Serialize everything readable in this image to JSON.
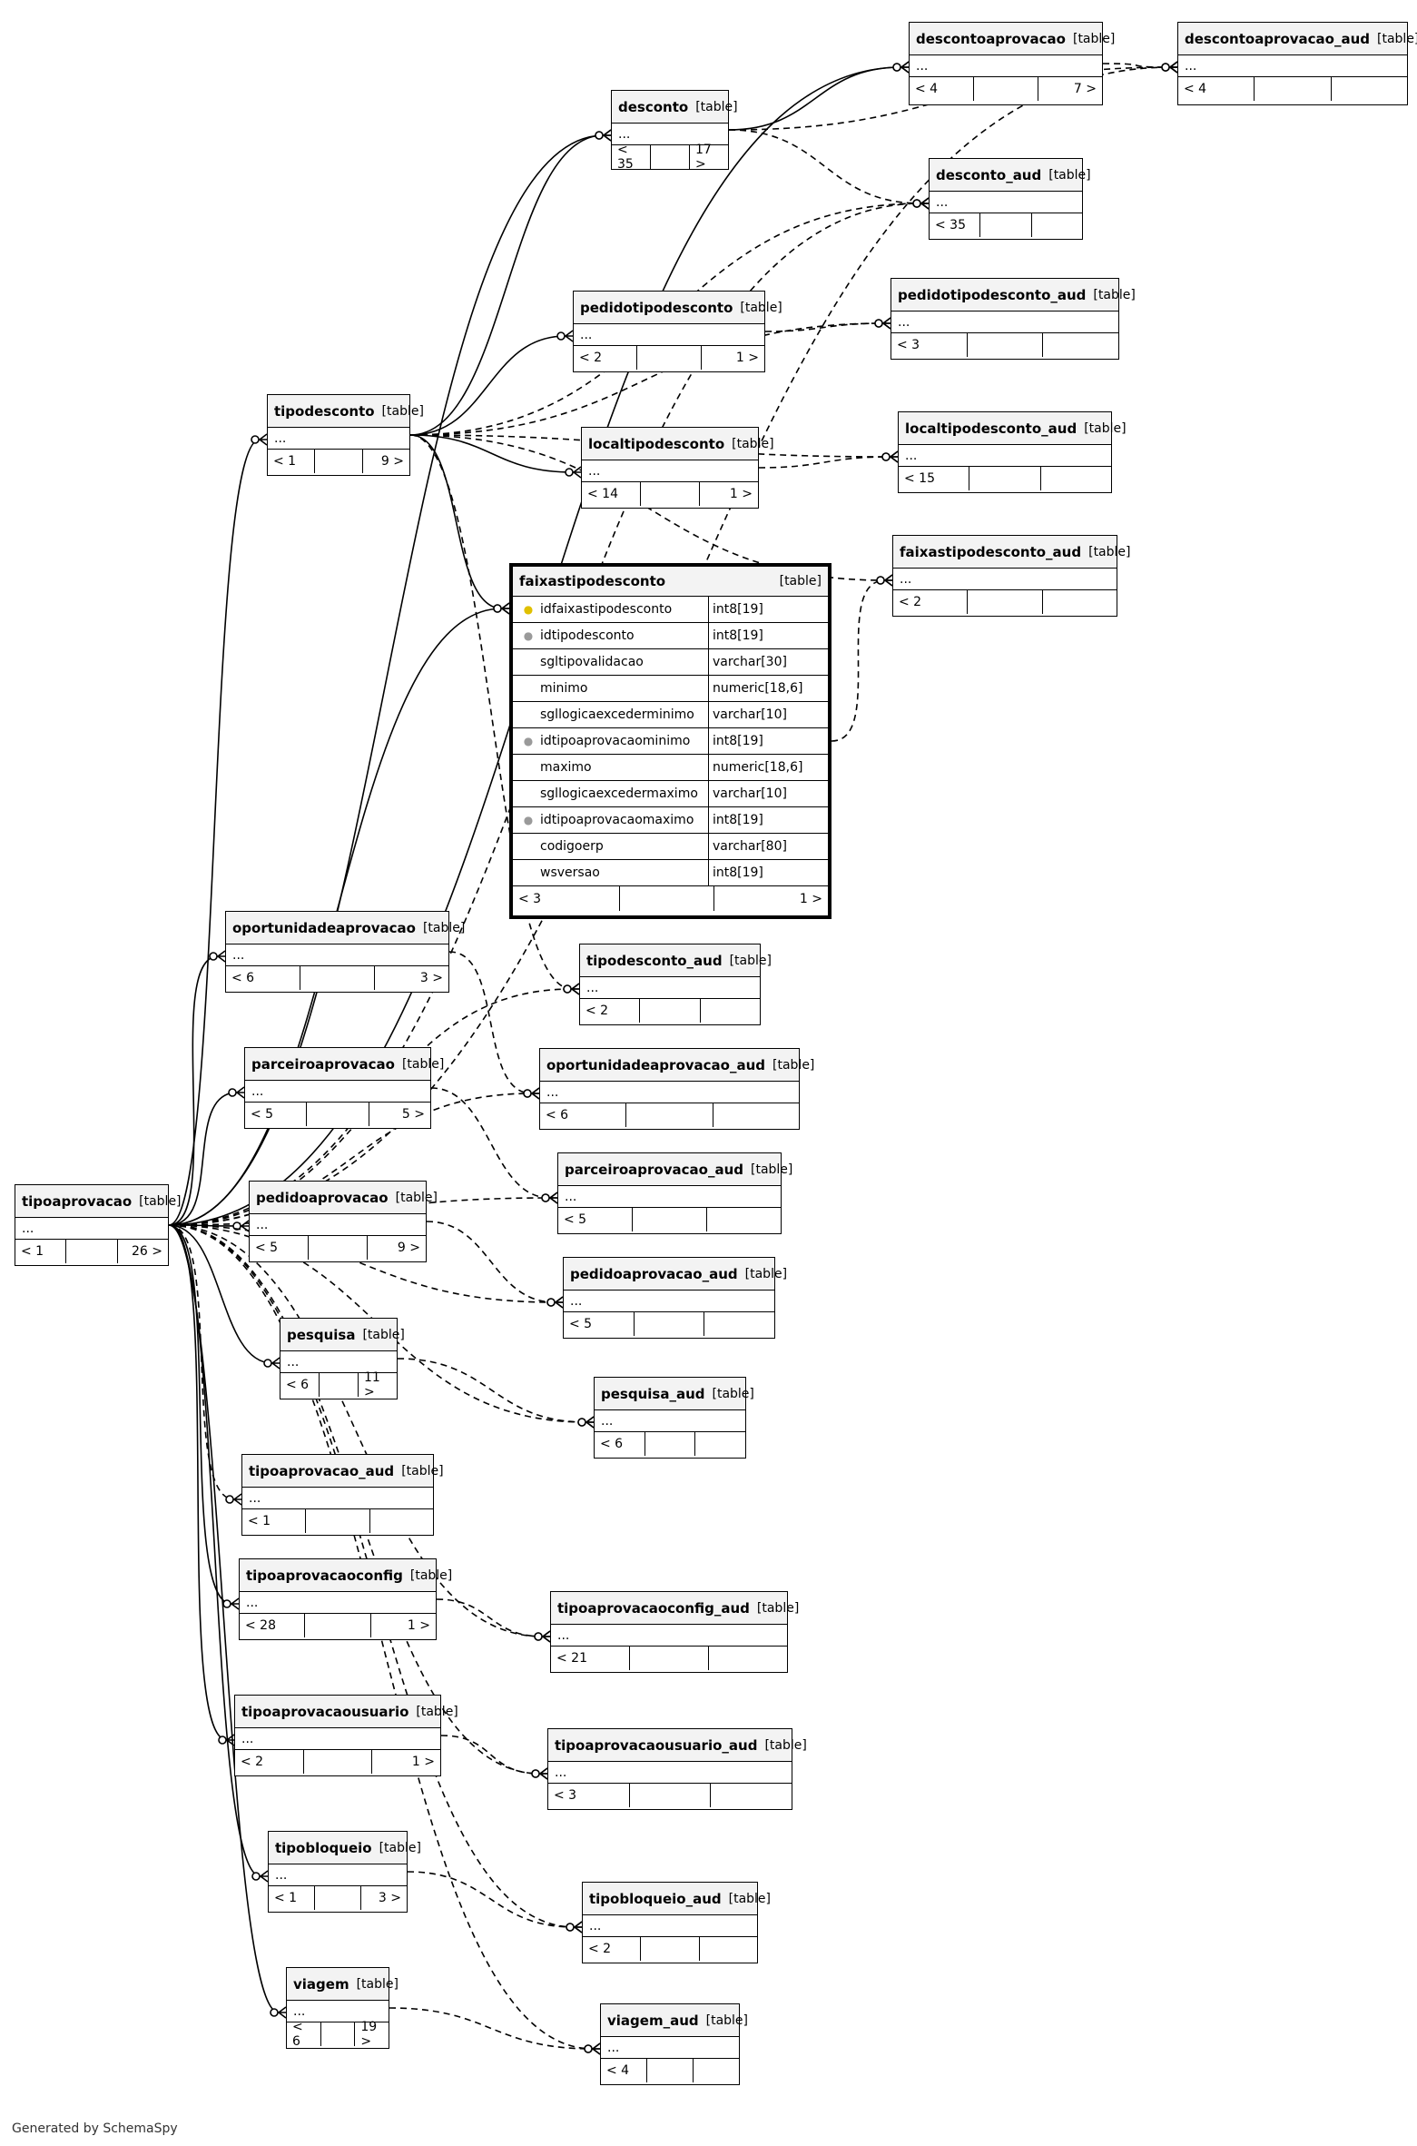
{
  "footer": "Generated by SchemaSpy",
  "table_kind_label": "[table]",
  "rows_placeholder": "...",
  "tables": {
    "descontoaprovacao": {
      "name": "descontoaprovacao",
      "parents": "< 4",
      "children": "7 >"
    },
    "descontoaprovacao_aud": {
      "name": "descontoaprovacao_aud",
      "parents": "< 4",
      "children": ""
    },
    "desconto": {
      "name": "desconto",
      "parents": "< 35",
      "children": "17 >"
    },
    "desconto_aud": {
      "name": "desconto_aud",
      "parents": "< 35",
      "children": ""
    },
    "pedidotipodesconto": {
      "name": "pedidotipodesconto",
      "parents": "< 2",
      "children": "1 >"
    },
    "pedidotipodesconto_aud": {
      "name": "pedidotipodesconto_aud",
      "parents": "< 3",
      "children": ""
    },
    "tipodesconto": {
      "name": "tipodesconto",
      "parents": "< 1",
      "children": "9 >"
    },
    "localtipodesconto": {
      "name": "localtipodesconto",
      "parents": "< 14",
      "children": "1 >"
    },
    "localtipodesconto_aud": {
      "name": "localtipodesconto_aud",
      "parents": "< 15",
      "children": ""
    },
    "faixastipodesconto_aud": {
      "name": "faixastipodesconto_aud",
      "parents": "< 2",
      "children": ""
    },
    "oportunidadeaprovacao": {
      "name": "oportunidadeaprovacao",
      "parents": "< 6",
      "children": "3 >"
    },
    "tipodesconto_aud": {
      "name": "tipodesconto_aud",
      "parents": "< 2",
      "children": ""
    },
    "oportunidadeaprovacao_aud": {
      "name": "oportunidadeaprovacao_aud",
      "parents": "< 6",
      "children": ""
    },
    "parceiroaprovacao": {
      "name": "parceiroaprovacao",
      "parents": "< 5",
      "children": "5 >"
    },
    "parceiroaprovacao_aud": {
      "name": "parceiroaprovacao_aud",
      "parents": "< 5",
      "children": ""
    },
    "tipoaprovacao": {
      "name": "tipoaprovacao",
      "parents": "< 1",
      "children": "26 >"
    },
    "pedidoaprovacao": {
      "name": "pedidoaprovacao",
      "parents": "< 5",
      "children": "9 >"
    },
    "pedidoaprovacao_aud": {
      "name": "pedidoaprovacao_aud",
      "parents": "< 5",
      "children": ""
    },
    "pesquisa": {
      "name": "pesquisa",
      "parents": "< 6",
      "children": "11 >"
    },
    "pesquisa_aud": {
      "name": "pesquisa_aud",
      "parents": "< 6",
      "children": ""
    },
    "tipoaprovacao_aud": {
      "name": "tipoaprovacao_aud",
      "parents": "< 1",
      "children": ""
    },
    "tipoaprovacaoconfig": {
      "name": "tipoaprovacaoconfig",
      "parents": "< 28",
      "children": "1 >"
    },
    "tipoaprovacaoconfig_aud": {
      "name": "tipoaprovacaoconfig_aud",
      "parents": "< 21",
      "children": ""
    },
    "tipoaprovacaousuario": {
      "name": "tipoaprovacaousuario",
      "parents": "< 2",
      "children": "1 >"
    },
    "tipoaprovacaousuario_aud": {
      "name": "tipoaprovacaousuario_aud",
      "parents": "< 3",
      "children": ""
    },
    "tipobloqueio": {
      "name": "tipobloqueio",
      "parents": "< 1",
      "children": "3 >"
    },
    "tipobloqueio_aud": {
      "name": "tipobloqueio_aud",
      "parents": "< 2",
      "children": ""
    },
    "viagem": {
      "name": "viagem",
      "parents": "< 6",
      "children": "19 >"
    },
    "viagem_aud": {
      "name": "viagem_aud",
      "parents": "< 4",
      "children": ""
    }
  },
  "focus_table": {
    "name": "faixastipodesconto",
    "kind": "[table]",
    "parents": "< 3",
    "children": "1 >",
    "columns": [
      {
        "name": "idfaixastipodesconto",
        "type": "int8[19]",
        "key": "primary"
      },
      {
        "name": "idtipodesconto",
        "type": "int8[19]",
        "key": "foreign"
      },
      {
        "name": "sgltipovalidacao",
        "type": "varchar[30]",
        "key": ""
      },
      {
        "name": "minimo",
        "type": "numeric[18,6]",
        "key": ""
      },
      {
        "name": "sgllogicaexcederminimo",
        "type": "varchar[10]",
        "key": ""
      },
      {
        "name": "idtipoaprovacaominimo",
        "type": "int8[19]",
        "key": "foreign"
      },
      {
        "name": "maximo",
        "type": "numeric[18,6]",
        "key": ""
      },
      {
        "name": "sgllogicaexcedermaximo",
        "type": "varchar[10]",
        "key": ""
      },
      {
        "name": "idtipoaprovacaomaximo",
        "type": "int8[19]",
        "key": "foreign"
      },
      {
        "name": "codigoerp",
        "type": "varchar[80]",
        "key": ""
      },
      {
        "name": "wsversao",
        "type": "int8[19]",
        "key": ""
      }
    ]
  },
  "relationships": [
    {
      "from": "desconto",
      "to": "descontoaprovacao",
      "style": "solid"
    },
    {
      "from": "tipoaprovacao",
      "to": "descontoaprovacao",
      "style": "solid"
    },
    {
      "from": "descontoaprovacao",
      "to": "descontoaprovacao_aud",
      "style": "dashed"
    },
    {
      "from": "desconto",
      "to": "descontoaprovacao_aud",
      "style": "dashed"
    },
    {
      "from": "tipoaprovacao",
      "to": "descontoaprovacao_aud",
      "style": "dashed"
    },
    {
      "from": "tipoaprovacao",
      "to": "desconto",
      "style": "solid"
    },
    {
      "from": "tipodesconto",
      "to": "desconto",
      "style": "solid"
    },
    {
      "from": "desconto",
      "to": "desconto_aud",
      "style": "dashed"
    },
    {
      "from": "tipoaprovacao",
      "to": "desconto_aud",
      "style": "dashed"
    },
    {
      "from": "tipodesconto",
      "to": "desconto_aud",
      "style": "dashed"
    },
    {
      "from": "tipodesconto",
      "to": "pedidotipodesconto",
      "style": "solid"
    },
    {
      "from": "pedidotipodesconto",
      "to": "pedidotipodesconto_aud",
      "style": "dashed"
    },
    {
      "from": "tipodesconto",
      "to": "pedidotipodesconto_aud",
      "style": "dashed"
    },
    {
      "from": "tipodesconto",
      "to": "localtipodesconto",
      "style": "solid"
    },
    {
      "from": "localtipodesconto",
      "to": "localtipodesconto_aud",
      "style": "dashed"
    },
    {
      "from": "tipodesconto",
      "to": "localtipodesconto_aud",
      "style": "dashed"
    },
    {
      "from": "tipodesconto",
      "to": "faixastipodesconto_aud",
      "style": "dashed"
    },
    {
      "from": "faixastipodesconto",
      "to": "faixastipodesconto_aud",
      "style": "dashed"
    },
    {
      "from": "tipodesconto",
      "to": "faixastipodesconto",
      "style": "solid"
    },
    {
      "from": "tipoaprovacao",
      "to": "faixastipodesconto",
      "style": "solid"
    },
    {
      "from": "tipoaprovacao",
      "to": "tipodesconto",
      "style": "solid"
    },
    {
      "from": "tipodesconto",
      "to": "tipodesconto_aud",
      "style": "dashed"
    },
    {
      "from": "tipoaprovacao",
      "to": "tipodesconto_aud",
      "style": "dashed"
    },
    {
      "from": "tipoaprovacao",
      "to": "oportunidadeaprovacao",
      "style": "solid"
    },
    {
      "from": "oportunidadeaprovacao",
      "to": "oportunidadeaprovacao_aud",
      "style": "dashed"
    },
    {
      "from": "tipoaprovacao",
      "to": "oportunidadeaprovacao_aud",
      "style": "dashed"
    },
    {
      "from": "tipoaprovacao",
      "to": "parceiroaprovacao",
      "style": "solid"
    },
    {
      "from": "parceiroaprovacao",
      "to": "parceiroaprovacao_aud",
      "style": "dashed"
    },
    {
      "from": "tipoaprovacao",
      "to": "parceiroaprovacao_aud",
      "style": "dashed"
    },
    {
      "from": "tipoaprovacao",
      "to": "pedidoaprovacao",
      "style": "solid"
    },
    {
      "from": "pedidoaprovacao",
      "to": "pedidoaprovacao_aud",
      "style": "dashed"
    },
    {
      "from": "tipoaprovacao",
      "to": "pedidoaprovacao_aud",
      "style": "dashed"
    },
    {
      "from": "tipoaprovacao",
      "to": "pesquisa",
      "style": "solid"
    },
    {
      "from": "pesquisa",
      "to": "pesquisa_aud",
      "style": "dashed"
    },
    {
      "from": "tipoaprovacao",
      "to": "pesquisa_aud",
      "style": "dashed"
    },
    {
      "from": "tipoaprovacao",
      "to": "tipoaprovacao_aud",
      "style": "dashed"
    },
    {
      "from": "tipoaprovacao",
      "to": "tipoaprovacaoconfig",
      "style": "solid"
    },
    {
      "from": "tipoaprovacaoconfig",
      "to": "tipoaprovacaoconfig_aud",
      "style": "dashed"
    },
    {
      "from": "tipoaprovacao",
      "to": "tipoaprovacaoconfig_aud",
      "style": "dashed"
    },
    {
      "from": "tipoaprovacao",
      "to": "tipoaprovacaousuario",
      "style": "solid"
    },
    {
      "from": "tipoaprovacaousuario",
      "to": "tipoaprovacaousuario_aud",
      "style": "dashed"
    },
    {
      "from": "tipoaprovacao",
      "to": "tipoaprovacaousuario_aud",
      "style": "dashed"
    },
    {
      "from": "tipoaprovacao",
      "to": "tipobloqueio",
      "style": "solid"
    },
    {
      "from": "tipobloqueio",
      "to": "tipobloqueio_aud",
      "style": "dashed"
    },
    {
      "from": "tipoaprovacao",
      "to": "tipobloqueio_aud",
      "style": "dashed"
    },
    {
      "from": "tipoaprovacao",
      "to": "viagem",
      "style": "solid"
    },
    {
      "from": "viagem",
      "to": "viagem_aud",
      "style": "dashed"
    },
    {
      "from": "tipoaprovacao",
      "to": "viagem_aud",
      "style": "dashed"
    }
  ]
}
